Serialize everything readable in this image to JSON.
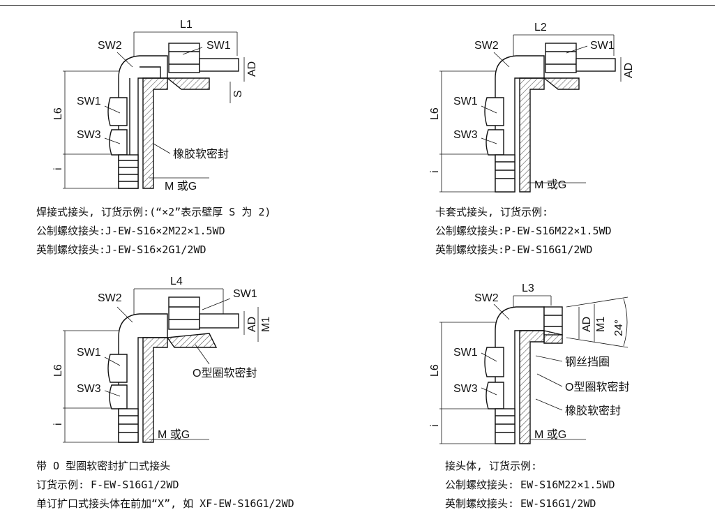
{
  "colors": {
    "line": "#111111",
    "hatch": "#555555",
    "body_fill": "#ffffff"
  },
  "figures": [
    {
      "id": "welded",
      "length_label": "L1",
      "labels": {
        "sw1_top": "SW1",
        "sw2": "SW2",
        "sw1_side": "SW1",
        "sw3": "SW3",
        "ad": "AD",
        "s": "S",
        "l6": "L6",
        "i": "i",
        "thread": "M 或G"
      },
      "callouts": [
        "橡胶软密封"
      ],
      "caption": [
        "焊接式接头, 订货示例:(“×2”表示壁厚 S 为 2)",
        "公制螺纹接头:J-EW-S16×2M22×1.5WD",
        "英制螺纹接头:J-EW-S16×2G1/2WD"
      ]
    },
    {
      "id": "ferrule",
      "length_label": "L2",
      "labels": {
        "sw1_top": "SW1",
        "sw2": "SW2",
        "sw1_side": "SW1",
        "sw3": "SW3",
        "ad": "AD",
        "l6": "L6",
        "i": "i",
        "thread": "M 或G"
      },
      "callouts": [],
      "caption": [
        "卡套式接头, 订货示例:",
        "公制螺纹接头:P-EW-S16M22×1.5WD",
        "英制螺纹接头:P-EW-S16G1/2WD"
      ]
    },
    {
      "id": "flared",
      "length_label": "L4",
      "labels": {
        "sw1_top": "SW1",
        "sw2": "SW2",
        "sw1_side": "SW1",
        "sw3": "SW3",
        "ad": "AD",
        "m1": "M1",
        "l6": "L6",
        "i": "i",
        "thread": "M 或G"
      },
      "callouts": [
        "O型圈软密封"
      ],
      "caption": [
        "带 O 型圈软密封扩口式接头",
        "订货示例: F-EW-S16G1/2WD",
        "单订扩口式接头体在前加“X”, 如 XF-EW-S16G1/2WD"
      ]
    },
    {
      "id": "body",
      "length_label": "L3",
      "labels": {
        "sw2": "SW2",
        "sw1_side": "SW1",
        "sw3": "SW3",
        "ad": "AD",
        "m1": "M1",
        "angle": "24°",
        "l6": "L6",
        "i": "i",
        "thread": "M 或G"
      },
      "callouts": [
        "钢丝挡圈",
        "O型圈软密封",
        "橡胶软密封"
      ],
      "caption": [
        "接头体, 订货示例:",
        "公制螺纹接头: EW-S16M22×1.5WD",
        "英制螺纹接头: EW-S16G1/2WD"
      ]
    }
  ]
}
